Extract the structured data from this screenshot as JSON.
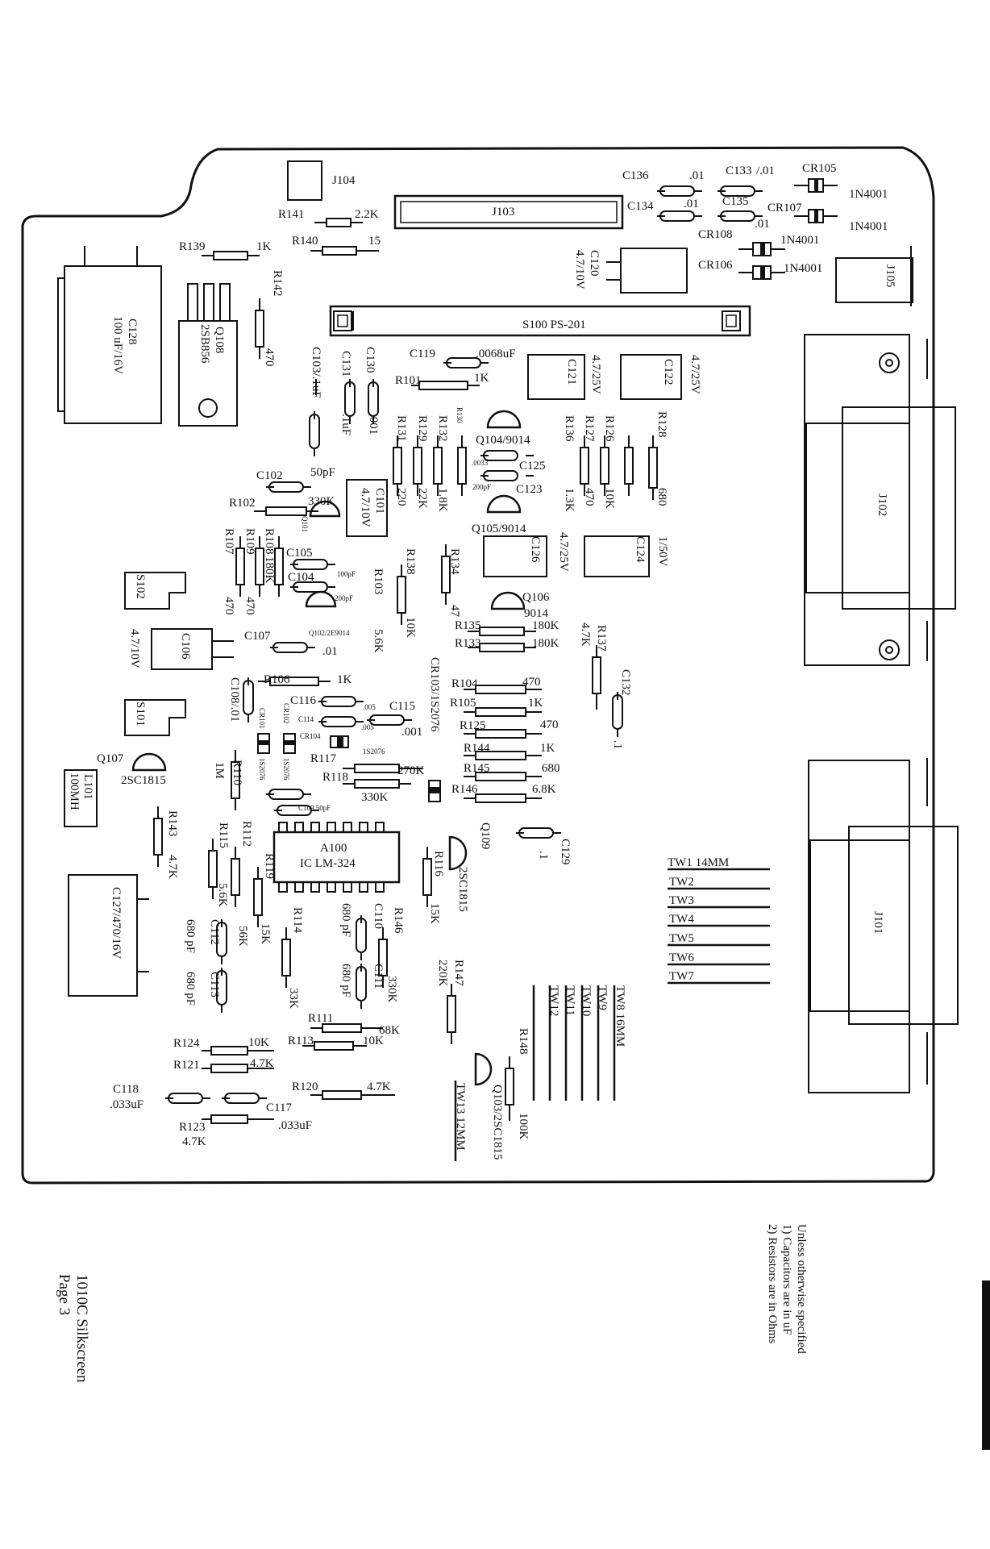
{
  "labels": {
    "J104": "J104",
    "J103": "J103",
    "R141": "R141",
    "R141v": "2.2K",
    "R139": "R139",
    "R139v": "1K",
    "R140": "R140",
    "R140v": "15",
    "C136": "C136",
    "C136v": ".01",
    "C133": "C133",
    ".C133v": "",
    "C133v": "/.01",
    "CR105": "CR105",
    "CR105v": "1N4001",
    "C134": "C134",
    "C134v": ".01",
    "C135": "C135",
    "C135v": ".01",
    "CR107": "CR107",
    "CR107v": "1N4001",
    "CR108": "CR108",
    "CR108v": "1N4001",
    "CR106": "CR106",
    "CR106v": "1N4001",
    "C120": "C120",
    "C120v": "4.7/10V",
    "J105": "J105",
    "R142": "R142",
    "R142v": "470",
    "C128": "C128",
    "C128v": "100 uF/16V",
    "Q108": "Q108",
    "Q108v": "2SB856",
    "S100": "S100  PS-201",
    "C103": "C103/.1uF",
    "C131": "C131",
    "C131v": ".1uF",
    "C130": "C130",
    "C130v": ".001",
    "C119": "C119",
    "C119v": ".0068uF",
    "R101": "R101",
    "R101v": "1K",
    "C121": "C121",
    "C121v": "4.7/25V",
    "C122": "C122",
    "C122v": "4.7/25V",
    "R131": "R131",
    "R131v": "220",
    "R129": "R129",
    "R129v": "22K",
    "R132": "R132",
    "R132v": "1.8K",
    "R130": "R130",
    "Q104": "Q104/9014",
    "C125": "C125",
    "C125v": ".0033",
    "C123": "C123",
    "C123v": "200pF",
    "R136": "R136",
    "R136v": "1.3K",
    "R127": "R127",
    "R127v": "470",
    "R126": "R126",
    "R126v": "10K",
    "R128": "R128",
    "R128v": "680",
    "J102": "J102",
    "C102": "C102",
    "C102v": "50pF",
    "R102": "R102",
    "R102v": "330K",
    "C101": "C101",
    "C101v": "4.7/10V",
    "Q101": "Q101",
    "Q105": "Q105/9014",
    "C126": "C126",
    "C126v": "4.7/25V",
    "C124": "C124",
    "C124v": "1/50V",
    "R107": "R107",
    "R107v": "470",
    "R109": "R109",
    "R109v": "470",
    "R108": "R108",
    "R108v": "180K",
    "C105": "C105",
    "C104": "C104",
    "C104v": "100pF",
    "C105v": "200pF",
    "R103": "R103",
    "R103v": "5.6K",
    "R138": "R138",
    "R138v": "10K",
    "R134": "R134",
    "R134v": "47",
    "Q106": "Q106",
    "Q106v": "9014",
    "S102": "S102",
    "Q102": "Q102/2E9014",
    "C107": "C107",
    "C107v": ".01",
    "R135": "R135",
    "R135v": "180K",
    "R133": "R133",
    "R133v": "180K",
    "R137": "R137",
    "R137v": "4.7K",
    "C106": "C106",
    "C106v": "4.7/10V",
    "R106": "R106",
    "R106v": "1K",
    "CR103": "CR103/1S2076",
    "R104": "R104",
    "R104v": "470",
    "C132": "C132",
    "C132v": ".1",
    "C108": "C108/.01",
    "C116": "C116",
    "C116v": ".005",
    "C115": "C115",
    "C115v": ".001",
    "S101": "S101",
    "CR101": "CR101",
    "CR102": "CR102",
    "C114": "C114",
    "C114v": ".005",
    "R105": "R105",
    "R105v": "1K",
    "CR104": "CR104",
    "CR104v": "1S2076",
    "R125": "R125",
    "R125v": "470",
    "R117": "R117",
    "R117v": "270K",
    "R144": "R144",
    "R144v": "1K",
    "Q107": "Q107",
    "Q107v": "2SC1815",
    "L101": "L101",
    "L101v": "100MH",
    "R110": "R110",
    "R110v": "1M",
    "R118": "R118",
    "R118v": "330K",
    "R145": "R145",
    "R145v": "680",
    "R146": "R146",
    "R146v": "6.8K",
    "C109": "C109,50pF",
    "CR101v": "1S2076",
    "CR102v": "1S2076",
    "R143": "R143",
    "R143v": "4.7K",
    "R115": "R115",
    "R115v": "5.6K",
    "R112": "R112",
    "R112v": "56K",
    "A100": "A100",
    "A100v": "IC LM-324",
    "R119": "R119",
    "R119v": "15K",
    "Q109": "Q109",
    "Q109v": "2SC1815",
    "C129": "C129",
    "C129v": ".1",
    "R116": "R116",
    "R116v": "15K",
    "C127": "C127/470/16V",
    "R114": "R114",
    "R114v": "33K",
    "C110": "C110",
    "C110v": "680 pF",
    "R146b": "R146",
    "R146bv": "330K",
    "C112": "C112",
    "C112v": "680 pF",
    "C113": "C113",
    "C113v": "680 pF",
    "C111": "C111",
    "C111v": "680 pF",
    "R147": "R147",
    "R147v": "220K",
    "R111": "R111",
    "R111v": "68K",
    "R124": "R124",
    "R124v": "10K",
    "R113": "R113",
    "R113v": "10K",
    "R121": "R121",
    "R121v": "4.7K",
    "R148": "R148",
    "R148v": "100K",
    "C118": "C118",
    "C118v": ".033uF",
    "R120": "R120",
    "R120v": "4.7K",
    "C117": "C117",
    "C117v": ".033uF",
    "R123": "R123",
    "R123v": "4.7K",
    "Q103": "Q103/2SC1815",
    "J101": "J101",
    "TW1": "TW1  14MM",
    "TW2": "TW2",
    "TW3": "TW3",
    "TW4": "TW4",
    "TW5": "TW5",
    "TW6": "TW6",
    "TW7": "TW7",
    "TW8": "TW8  16MM",
    "TW9": "TW9",
    "TW10": "TW10",
    "TW11": "TW11",
    "TW12": "TW12",
    "TW13": "TW13  12MM"
  },
  "notes": {
    "line1": "Unless otherwise specified",
    "line2": "1)  Capacitors are in uF",
    "line3": "2)  Resistors are in Ohms"
  },
  "footer": {
    "title": "1010C Silkscreen",
    "page": "Page 3"
  },
  "colors": {
    "ink": "#111111",
    "paper": "#ffffff"
  }
}
